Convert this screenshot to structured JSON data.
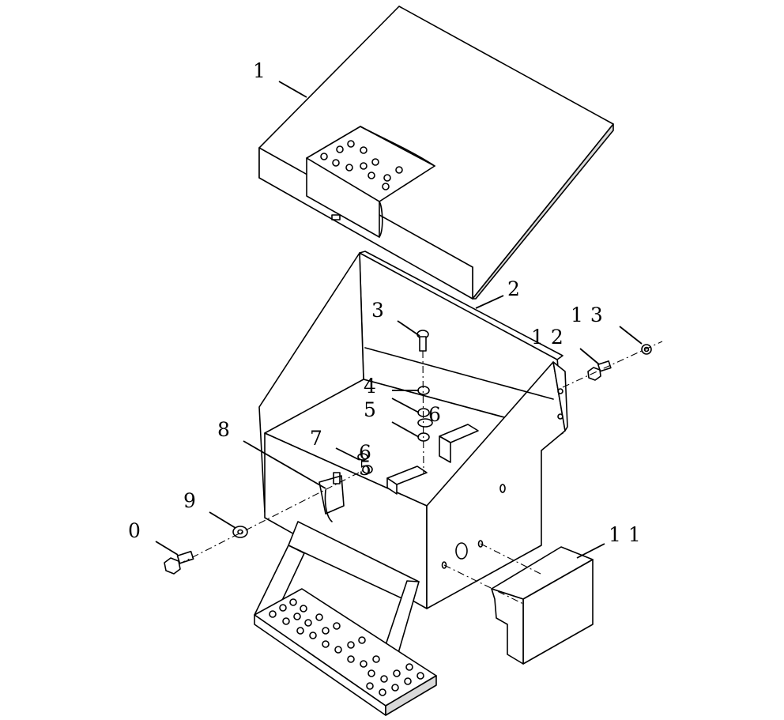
{
  "callouts": {
    "c1": "1",
    "c2": "2",
    "c3": "3",
    "c4": "4",
    "c5a": "5",
    "c6a": "6",
    "c5b": "5",
    "c6b": "6",
    "c7": "7",
    "c8": "8",
    "c9": "9",
    "c0": "0",
    "c11": "11",
    "c12": "12",
    "c13": "13"
  }
}
